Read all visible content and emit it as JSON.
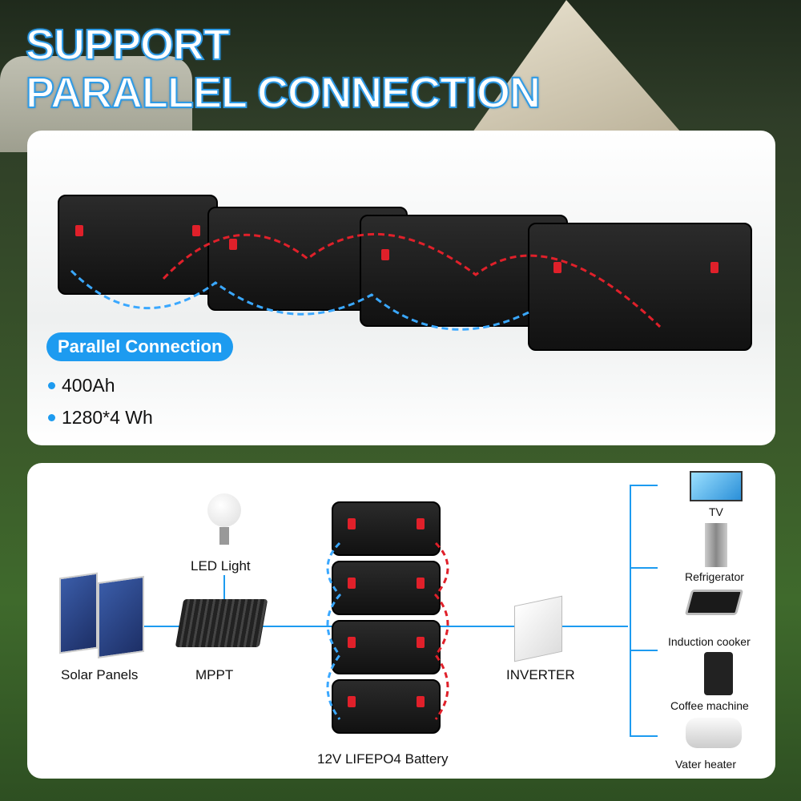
{
  "title": {
    "line1": "SUPPORT",
    "line2": "PARALLEL CONNECTION"
  },
  "feature": {
    "badge": "Parallel Connection",
    "bullets": [
      "400Ah",
      "1280*4 Wh"
    ]
  },
  "diagram": {
    "solar": "Solar Panels",
    "mppt": "MPPT",
    "led": "LED Light",
    "battery": "12V LIFEPO4 Battery",
    "inverter": "INVERTER",
    "appliances": [
      "TV",
      "Refrigerator",
      "Induction cooker",
      "Coffee machine",
      "Vater heater"
    ]
  },
  "colors": {
    "accent": "#1d9bf0",
    "positive": "#e0202a"
  }
}
